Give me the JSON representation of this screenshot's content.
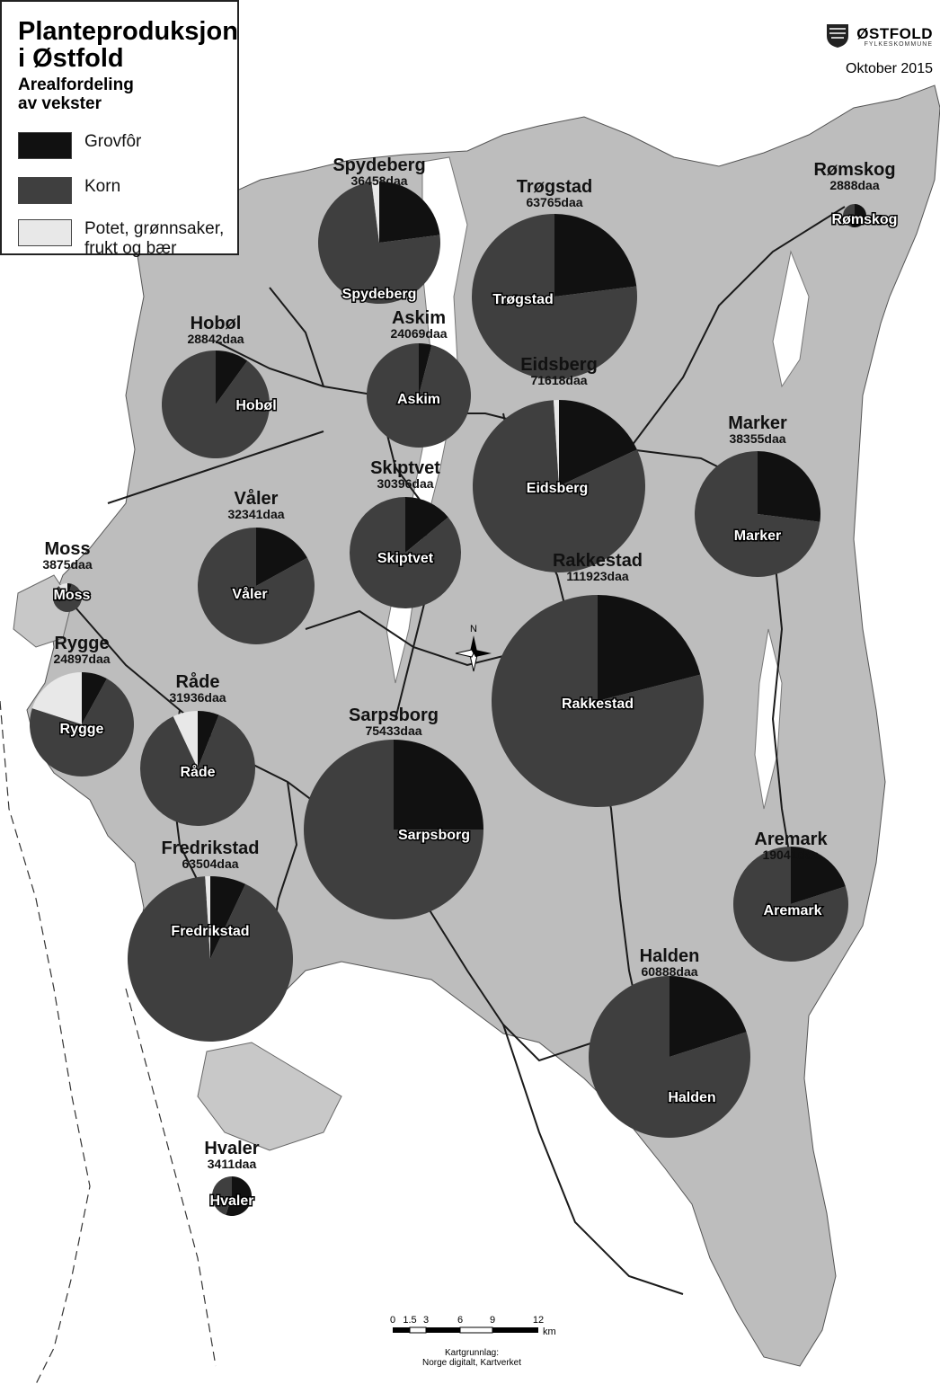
{
  "legend": {
    "title_line1": "Planteproduksjon",
    "title_line2": "i Østfold",
    "subtitle_line1": "Arealfordeling",
    "subtitle_line2": "av vekster",
    "items": [
      {
        "label": "Grovfôr",
        "color": "#111111"
      },
      {
        "label": "Korn",
        "color": "#3f3f3f"
      },
      {
        "label_line1": "Potet, grønnsaker,",
        "label_line2": "frukt og bær",
        "color": "#e8e8e8"
      }
    ]
  },
  "brand": {
    "name": "ØSTFOLD",
    "sub": "FYLKESKOMMUNE",
    "date": "Oktober 2015",
    "icon": "county-shield-icon"
  },
  "colors": {
    "grovfor": "#111111",
    "korn": "#3f3f3f",
    "potet": "#e8e8e8",
    "land": "#bdbdbd",
    "water": "#ffffff",
    "roads": "#1a1a1a"
  },
  "municipalities": [
    {
      "name": "Spydeberg",
      "area": "36458daa",
      "grovfor": 0.23,
      "korn": 0.75,
      "potet": 0.02
    },
    {
      "name": "Trøgstad",
      "area": "63765daa",
      "grovfor": 0.23,
      "korn": 0.77,
      "potet": 0.0
    },
    {
      "name": "Rømskog",
      "area": "2888daa",
      "grovfor": 0.55,
      "korn": 0.45,
      "potet": 0.0
    },
    {
      "name": "Hobøl",
      "area": "28842daa",
      "grovfor": 0.1,
      "korn": 0.9,
      "potet": 0.0
    },
    {
      "name": "Askim",
      "area": "24069daa",
      "grovfor": 0.04,
      "korn": 0.96,
      "potet": 0.0
    },
    {
      "name": "Eidsberg",
      "area": "71618daa",
      "grovfor": 0.18,
      "korn": 0.81,
      "potet": 0.01
    },
    {
      "name": "Marker",
      "area": "38355daa",
      "grovfor": 0.27,
      "korn": 0.73,
      "potet": 0.0
    },
    {
      "name": "Skiptvet",
      "area": "30396daa",
      "grovfor": 0.14,
      "korn": 0.86,
      "potet": 0.0
    },
    {
      "name": "Våler",
      "area": "32341daa",
      "grovfor": 0.17,
      "korn": 0.83,
      "potet": 0.0
    },
    {
      "name": "Moss",
      "area": "3875daa",
      "grovfor": 0.05,
      "korn": 0.85,
      "potet": 0.1
    },
    {
      "name": "Rakkestad",
      "area": "111923daa",
      "grovfor": 0.21,
      "korn": 0.79,
      "potet": 0.0
    },
    {
      "name": "Rygge",
      "area": "24897daa",
      "grovfor": 0.08,
      "korn": 0.72,
      "potet": 0.2
    },
    {
      "name": "Råde",
      "area": "31936daa",
      "grovfor": 0.06,
      "korn": 0.87,
      "potet": 0.07
    },
    {
      "name": "Sarpsborg",
      "area": "75433daa",
      "grovfor": 0.25,
      "korn": 0.75,
      "potet": 0.0
    },
    {
      "name": "Aremark",
      "area": "19041daa",
      "grovfor": 0.2,
      "korn": 0.8,
      "potet": 0.0
    },
    {
      "name": "Fredrikstad",
      "area": "63504daa",
      "grovfor": 0.07,
      "korn": 0.92,
      "potet": 0.01
    },
    {
      "name": "Halden",
      "area": "60888daa",
      "grovfor": 0.2,
      "korn": 0.8,
      "potet": 0.0
    },
    {
      "name": "Hvaler",
      "area": "3411daa",
      "grovfor": 0.55,
      "korn": 0.45,
      "potet": 0.0
    }
  ],
  "scale": {
    "ticks": [
      "0",
      "1.5",
      "3",
      "6",
      "9",
      "12"
    ],
    "unit": "km",
    "north": "N"
  },
  "credit": {
    "line1": "Kartgrunnlag:",
    "line2": "Norge digitalt, Kartverket"
  }
}
